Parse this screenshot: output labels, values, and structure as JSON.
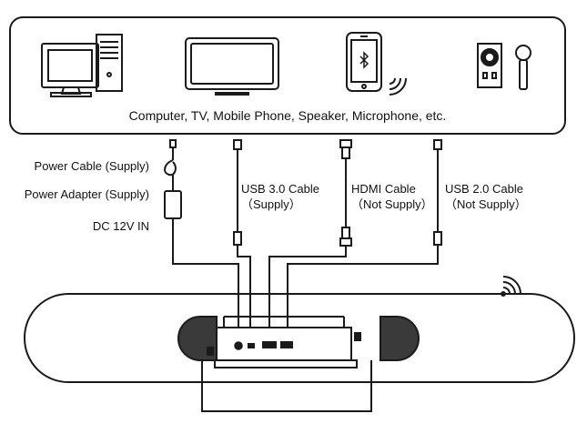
{
  "devices_caption": "Computer, TV, Mobile Phone, Speaker, Microphone, etc.",
  "left_labels": {
    "power_cable": "Power Cable (Supply)",
    "power_adapter": "Power Adapter (Supply)",
    "dc_in": "DC 12V IN"
  },
  "cables": [
    {
      "name": "USB 3.0 Cable",
      "supply": "（Supply）"
    },
    {
      "name": "HDMI Cable",
      "supply": "（Not Supply）"
    },
    {
      "name": "USB 2.0 Cable",
      "supply": "（Not Supply）"
    }
  ],
  "devices": [
    "computer-icon",
    "tv-icon",
    "mobile-phone-icon",
    "speaker-icon",
    "microphone-icon"
  ],
  "colors": {
    "line": "#1a1a1a",
    "background": "#ffffff"
  }
}
